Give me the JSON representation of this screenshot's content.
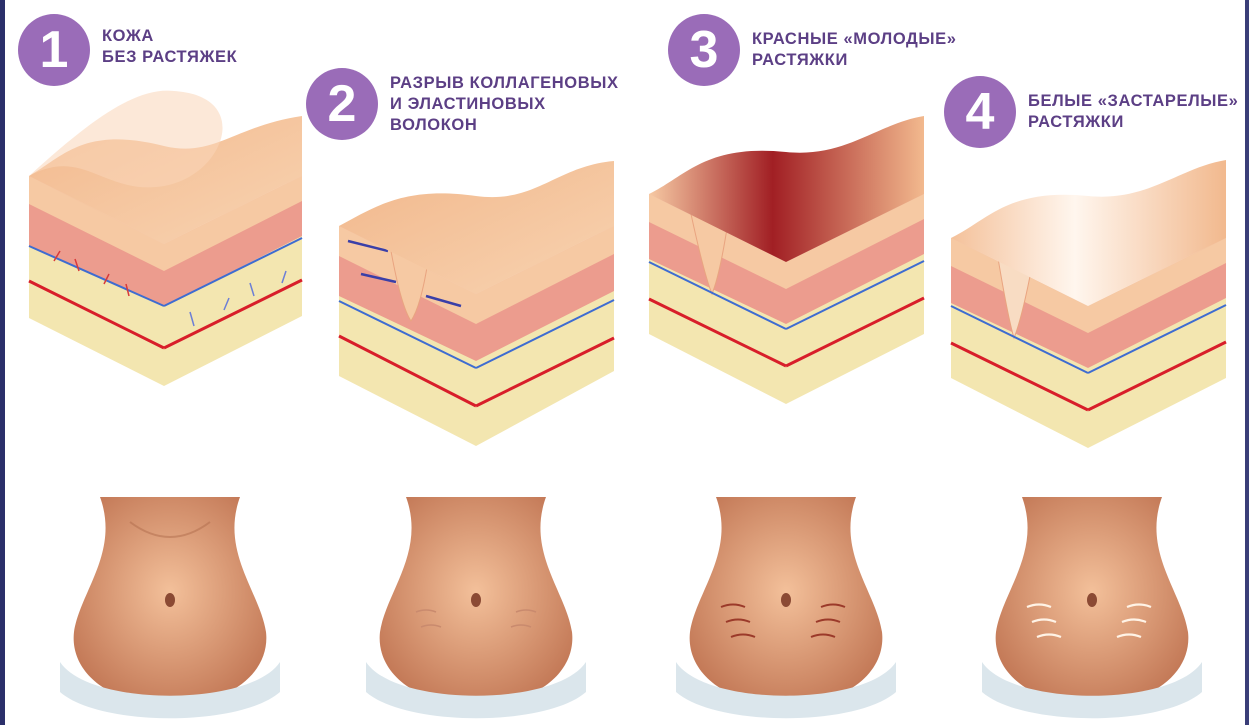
{
  "colors": {
    "accent": "#9a6cb8",
    "text": "#5c3f85",
    "edge": "#2b2f6a",
    "skin_top": "#f6c9a3",
    "dermis": "#e7887e",
    "fat": "#f3e6b0",
    "stretch_red": "#a11f24",
    "stretch_white": "#fff6ee"
  },
  "steps": [
    {
      "number": "1",
      "label": "КОЖА\nБЕЗ РАСТЯЖЕК"
    },
    {
      "number": "2",
      "label": "РАЗРЫВ КОЛЛАГЕНОВЫХ\nИ ЭЛАСТИНОВЫХ\nВОЛОКОН"
    },
    {
      "number": "3",
      "label": "КРАСНЫЕ «МОЛОДЫЕ»\nРАСТЯЖКИ"
    },
    {
      "number": "4",
      "label": "БЕЛЫЕ «ЗАСТАРЕЛЫЕ»\nРАСТЯЖКИ"
    }
  ],
  "illustrations": {
    "skin_blocks": [
      "skin-block-smooth",
      "skin-block-fiber-tear",
      "skin-block-red-stretch",
      "skin-block-white-stretch"
    ],
    "bellies": [
      "belly-smooth",
      "belly-light-marks",
      "belly-red-marks",
      "belly-white-marks"
    ]
  }
}
